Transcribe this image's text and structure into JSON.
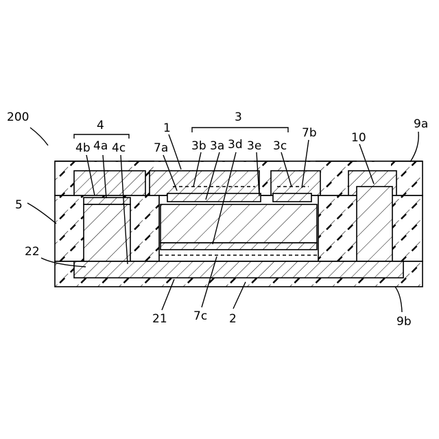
{
  "figure": {
    "ref_numbers": {
      "device": "200",
      "n4": "4",
      "n4b": "4b",
      "n4a": "4a",
      "n4c": "4c",
      "n1": "1",
      "n7a": "7a",
      "n3": "3",
      "n3b": "3b",
      "n3a": "3a",
      "n3d": "3d",
      "n3e": "3e",
      "n3c": "3c",
      "n7b": "7b",
      "n10": "10",
      "n9a": "9a",
      "n5": "5",
      "n22": "22",
      "n21": "21",
      "n7c": "7c",
      "n2": "2",
      "n9b": "9b"
    }
  }
}
